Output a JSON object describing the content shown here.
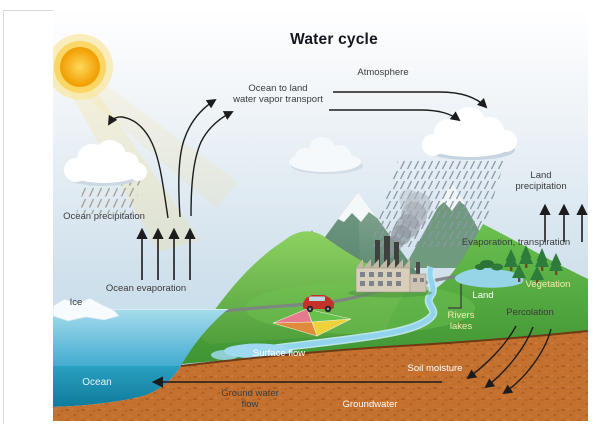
{
  "title": "Water cycle",
  "labels": {
    "atmosphere": "Atmosphere",
    "ocean_to_land_line1": "Ocean to land",
    "ocean_to_land_line2": "water vapor transport",
    "ocean_precipitation": "Ocean precipitation",
    "ocean_evaporation": "Ocean evaporation",
    "ice": "Ice",
    "ocean": "Ocean",
    "land_precipitation_line1": "Land",
    "land_precipitation_line2": "precipitation",
    "evaporation_transpiration": "Evaporation, transpiration",
    "vegetation": "Vegetation",
    "land": "Land",
    "rivers_lakes_line1": "Rivers",
    "rivers_lakes_line2": "lakes",
    "percolation": "Percolation",
    "surface_flow": "Surface flow",
    "soil_moisture": "Soil moisture",
    "ground_water_flow_line1": "Ground water",
    "ground_water_flow_line2": "flow",
    "groundwater": "Groundwater"
  },
  "icons": [
    "sun-icon",
    "cloud-icon",
    "rain-icon",
    "mountain-icon",
    "snow-cap-icon",
    "hill-icon",
    "ice-icon",
    "ocean-icon",
    "soil-icon",
    "factory-icon",
    "smoke-icon",
    "car-icon",
    "farm-fields-icon",
    "road-icon",
    "river-icon",
    "lake-icon",
    "tree-icon",
    "arrow-icon"
  ],
  "colors": {
    "sky": "#cfe0ec",
    "sun_core": "#f29c00",
    "sun_glow": "#fbe59a",
    "cloud": "#ffffff",
    "rain": "#8b97a6",
    "mountain": "#6f9a80",
    "snow": "#f2f6f7",
    "land_green": "#5cb348",
    "ocean_surface": "#43acd0",
    "ocean_deep": "#0f7b9c",
    "soil_brown": "#c4702f",
    "soil_edge": "#6e3a14",
    "arrow": "#1c1c1c",
    "label_dark": "#3b3b3b",
    "label_white": "#ffffff",
    "label_cream": "#f3edae",
    "car_red": "#c53028",
    "field_pink": "#e5798e",
    "field_green": "#68c14c",
    "field_yellow": "#eed23b",
    "field_orange": "#e08a3c"
  }
}
